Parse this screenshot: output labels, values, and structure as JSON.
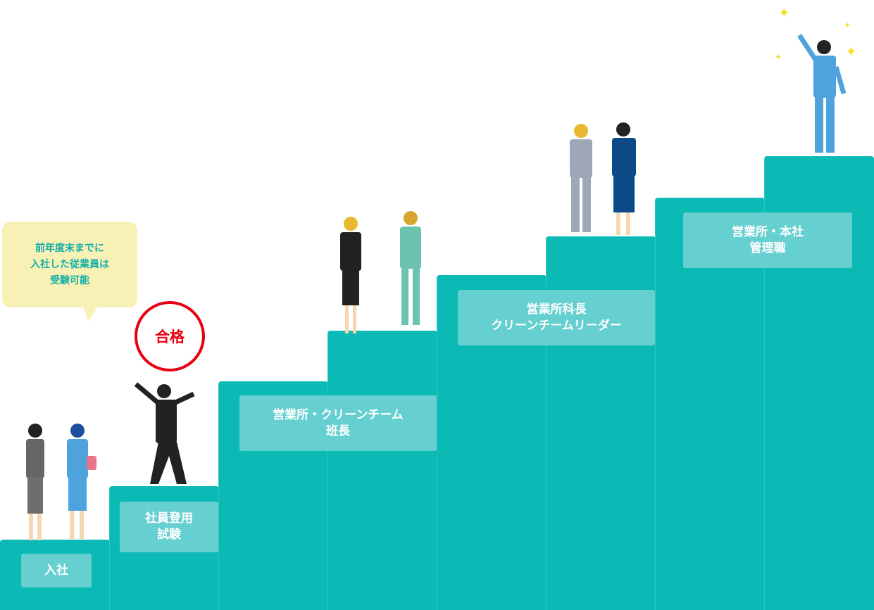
{
  "note": "前年度末までに\n入社した従業員は\n受験可能",
  "pass_badge": "合格",
  "steps": [
    {
      "label": "入社"
    },
    {
      "label": "社員登用\n試験"
    },
    {
      "label": "営業所・クリーンチーム\n班長"
    },
    {
      "label": "営業所科長\nクリーンチームリーダー"
    },
    {
      "label": "営業所・本社\n管理職"
    }
  ],
  "colors": {
    "step": "#0cbab5",
    "label_bg": "#66cfd0",
    "bubble": "#f8f1b6",
    "pass": "#e60012"
  }
}
